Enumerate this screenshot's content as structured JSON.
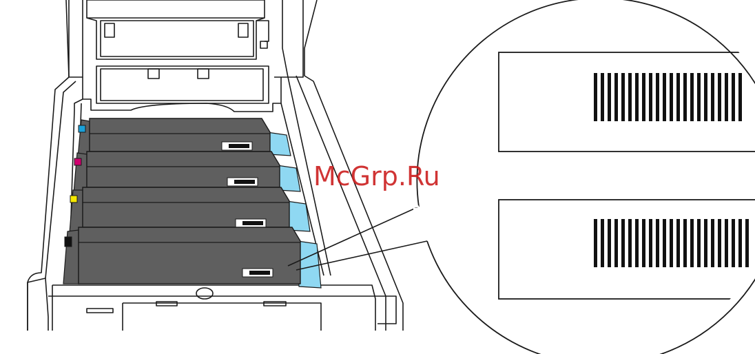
{
  "watermark": {
    "text": "McGrp.Ru"
  },
  "colors": {
    "line": "#1a1a1a",
    "cartridge": "#5f5f5f",
    "cartridge_top": "#6b6b6b",
    "blue_accent": "#8fd8f2",
    "cyan_marker": "#1aa0d8",
    "magenta_marker": "#d0006f",
    "yellow_marker": "#f5e800",
    "black_marker": "#111111"
  },
  "cartridges": [
    {
      "name": "cyan",
      "marker_color": "cyan"
    },
    {
      "name": "magenta",
      "marker_color": "magenta"
    },
    {
      "name": "yellow",
      "marker_color": "yellow"
    },
    {
      "name": "black",
      "marker_color": "black"
    }
  ],
  "callout": {
    "bands": [
      {
        "name": "upper-band",
        "bar_count": 22
      },
      {
        "name": "lower-band",
        "bar_count": 23
      }
    ]
  }
}
